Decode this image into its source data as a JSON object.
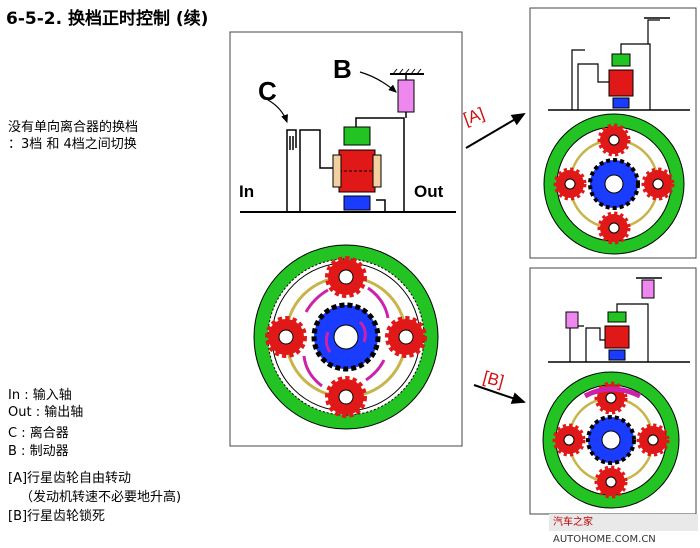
{
  "title": "6-5-2. 换档正时控制 (续)",
  "description": {
    "line1": "没有单向离合器的换档",
    "line2": "：3档 和 4档之间切换"
  },
  "legend": [
    {
      "label": "In : 输入轴"
    },
    {
      "label": "Out : 输出轴"
    },
    {
      "label": "C : 离合器"
    },
    {
      "label": "B : 制动器"
    }
  ],
  "notes": [
    {
      "text": "[A]行星齿轮自由转动"
    },
    {
      "text": "（发动机转速不必要地升高)"
    },
    {
      "text": "[B]行星齿轮锁死"
    }
  ],
  "diagram": {
    "label_c": "C",
    "label_b": "B",
    "label_in": "In",
    "label_out": "Out",
    "label_a_bracket": "[A]",
    "label_b_bracket": "[B]"
  },
  "watermark": {
    "brand": "汽车之家",
    "url": "AUTOHOME.COM.CN"
  },
  "colors": {
    "ring_green": "#22c322",
    "gear_red": "#e01818",
    "sun_blue": "#1a3cff",
    "carrier_yellow": "#c8b44a",
    "magenta_arrow": "#cc22aa",
    "brake_pink": "#ee88ee",
    "label_red": "#d01010"
  }
}
